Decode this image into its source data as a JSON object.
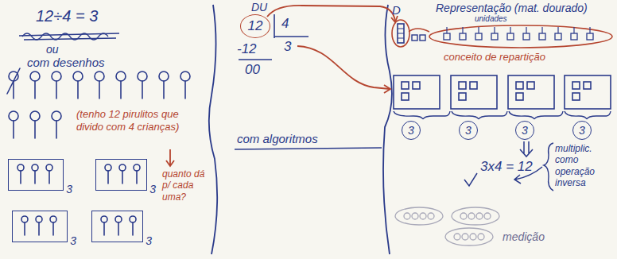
{
  "diagram": {
    "nodes": [
      {
        "text": [
          "3"
        ]
      },
      {
        "text": [
          "3"
        ]
      },
      {
        "text": [
          "3"
        ]
      },
      {
        "text": [
          "3"
        ]
      },
      {
        "text": [
          "12"
        ]
      },
      {
        "text": [
          "3"
        ]
      },
      {
        "text": [
          "3"
        ]
      },
      {
        "text": [
          "3"
        ]
      },
      {
        "text": [
          "3"
        ]
      },
      {
        "text": [
          "conceito de repartição"
        ]
      }
    ],
    "labels": [
      "12÷4 = 3",
      "ou",
      "com desenhos",
      "(tenho 12 pirulitos que divido com 4 crianças)",
      "quanto dá p/ cada uma?",
      "DU",
      "4",
      "3",
      "-12",
      "00",
      "com algoritmos",
      "D",
      "Representação (mat. dourado)",
      "unidades",
      "3x4 = 12",
      "multiplic. como operação inversa",
      "medição"
    ]
  }
}
